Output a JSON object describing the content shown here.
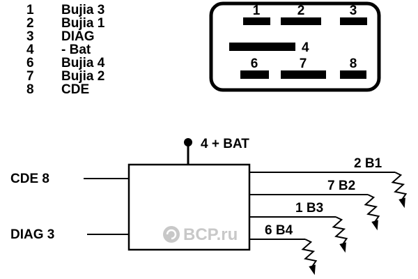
{
  "legend": {
    "items": [
      {
        "num": "1",
        "label": "Bujia 3"
      },
      {
        "num": "2",
        "label": "Bujia 1"
      },
      {
        "num": "3",
        "label": "DIAG"
      },
      {
        "num": "4",
        "label": "- Bat"
      },
      {
        "num": "6",
        "label": "Bujia 4"
      },
      {
        "num": "7",
        "label": "Bujia 2"
      },
      {
        "num": "8",
        "label": "CDE"
      }
    ]
  },
  "connector": {
    "top_pins": [
      "1",
      "2",
      "3"
    ],
    "middle_pin": "4",
    "bottom_pins": [
      "6",
      "7",
      "8"
    ]
  },
  "schematic": {
    "battery_terminal": "4 + BAT",
    "left_terminal_top": "CDE 8",
    "left_terminal_bottom": "DIAG 3",
    "outputs": [
      "2 B1",
      "7 B2",
      "1 B3",
      "6 B4"
    ]
  },
  "watermark": "BCP.ru",
  "colors": {
    "ink": "#000000",
    "watermark": "#c8c8c8",
    "background": "#ffffff"
  }
}
